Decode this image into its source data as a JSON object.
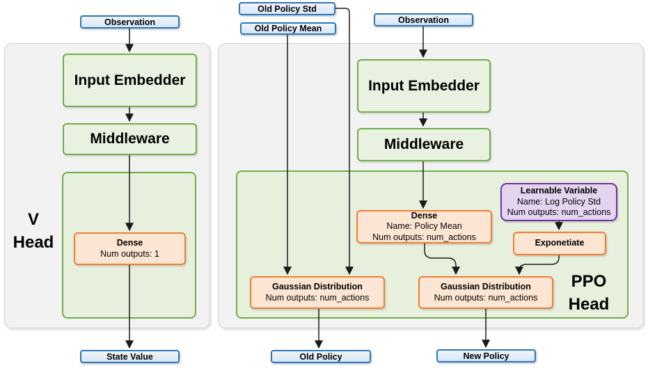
{
  "v_head": {
    "label_line1": "V",
    "label_line2": "Head",
    "observation": "Observation",
    "input_embedder": "Input Embedder",
    "middleware": "Middleware",
    "dense_title": "Dense",
    "dense_outputs": "Num outputs: 1",
    "output": "State Value"
  },
  "ppo_head": {
    "label_line1": "PPO",
    "label_line2": "Head",
    "old_policy_std": "Old Policy Std",
    "old_policy_mean": "Old Policy Mean",
    "observation": "Observation",
    "input_embedder": "Input Embedder",
    "middleware": "Middleware",
    "dense_title": "Dense",
    "dense_name": "Name: Policy Mean",
    "dense_outputs": "Num outputs: num_actions",
    "learnable_title": "Learnable Variable",
    "learnable_name": "Name: Log Policy Std",
    "learnable_outputs": "Num outputs: num_actions",
    "exponetiate": "Exponetiate",
    "gaussian_old_title": "Gaussian Distribution",
    "gaussian_old_outputs": "Num outputs: num_actions",
    "gaussian_new_title": "Gaussian Distribution",
    "gaussian_new_outputs": "Num outputs: num_actions",
    "old_policy": "Old Policy",
    "new_policy": "New Policy"
  },
  "colors": {
    "blue_border": "#2E75B6",
    "blue_fill": "#DCE9F7",
    "green_border": "#70AD47",
    "green_fill": "#E7F0DE",
    "orange_border": "#ED7D31",
    "orange_fill": "#FCE6D3",
    "purple_border": "#7030A0",
    "purple_fill": "#E3D5F0",
    "panel_fill": "#F2F2F2",
    "arrow": "#1A1A1A"
  }
}
